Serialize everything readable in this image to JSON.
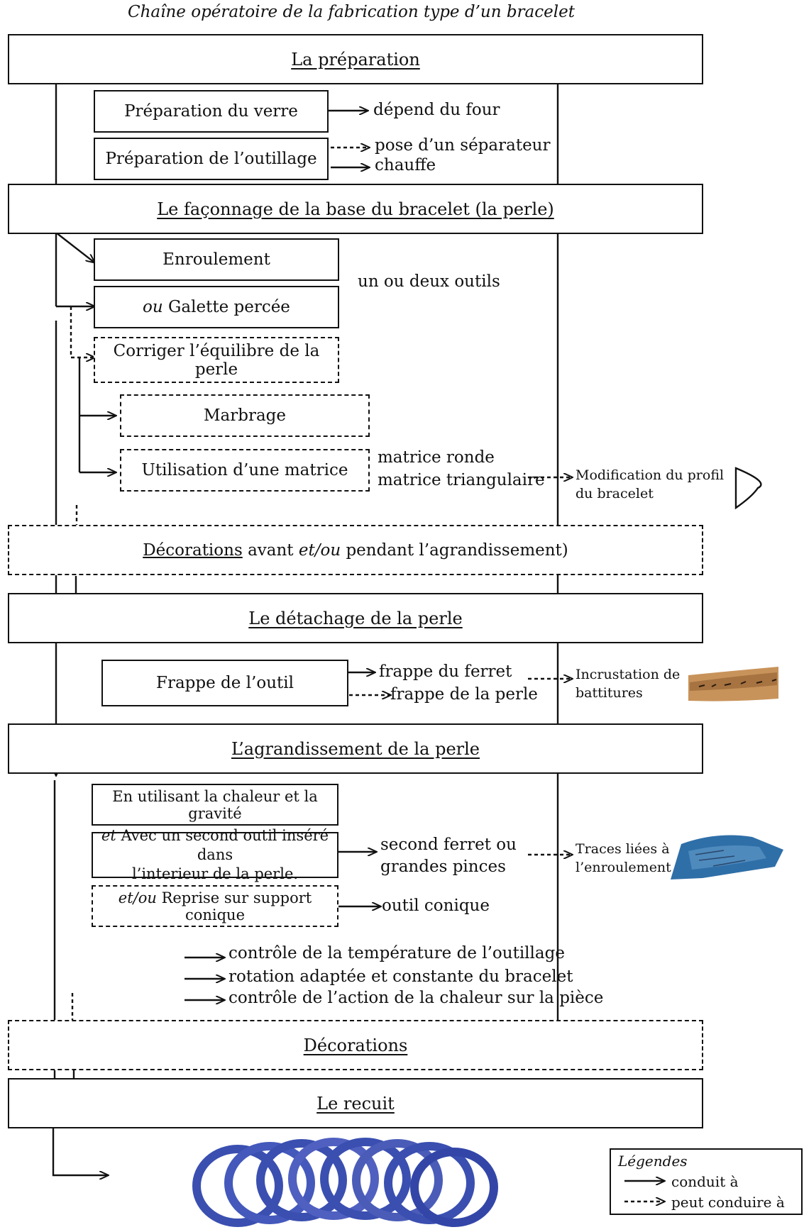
{
  "title": "Chaîne opératoire de la fabrication type d’un bracelet",
  "sections": {
    "preparation": "La préparation",
    "faconnage": "Le façonnage de la base du bracelet (la perle)",
    "decorations1_a": "Décorations",
    "decorations1_b": " avant ",
    "decorations1_c": "et/ou",
    "decorations1_d": " pendant l’agrandissement)",
    "detachage": "Le détachage de la perle",
    "agrandissement": "L’agrandissement de la perle",
    "decorations2": "Décorations",
    "recuit": "Le recuit"
  },
  "steps": {
    "prep_verre": "Préparation du verre",
    "prep_outillage": "Préparation de l’outillage",
    "enroulement": "Enroulement",
    "galette_ou": "ou",
    "galette": " Galette percée",
    "corriger": "Corriger l’équilibre de la perle",
    "marbrage": "Marbrage",
    "matrice": "Utilisation d’une matrice",
    "frappe": "Frappe de l’outil",
    "chaleur": "En utilisant la chaleur et la gravité",
    "second_et": "et",
    "second_line1": " Avec un second outil inséré dans",
    "second_line2": "l’interieur de la perle.",
    "reprise_etou": "et/ou",
    "reprise": " Reprise sur support conique"
  },
  "outcomes": {
    "four": "dépend du four",
    "separateur": "pose d’un séparateur",
    "chauffe": "chauffe",
    "outils": "un ou deux outils",
    "matrice_ronde": "matrice ronde",
    "matrice_tri": "matrice triangulaire",
    "frappe_ferret": "frappe du ferret",
    "frappe_perle": "frappe de la perle",
    "second_ferret": "second ferret ou",
    "grandes_pinces": "grandes pinces",
    "outil_conique": "outil conique",
    "controle_temp": "contrôle de la température de l’outillage",
    "rotation": "rotation adaptée et constante du bracelet",
    "controle_chaleur": "contrôle de l’action de la chaleur sur la pièce"
  },
  "effects": {
    "profil_1": "Modification du profil",
    "profil_2": "du bracelet",
    "incrust_1": "Incrustation de",
    "incrust_2": "battitures",
    "traces_1": "Traces liées à",
    "traces_2": "l’enroulement"
  },
  "legend": {
    "title": "Légendes",
    "solid": "conduit à",
    "dotted": "peut conduire à"
  },
  "colors": {
    "line": "#111111",
    "glass_blue": "#3a4fb0",
    "scale_tan": "#c8935a",
    "fragment_blue": "#2f6fa8"
  }
}
